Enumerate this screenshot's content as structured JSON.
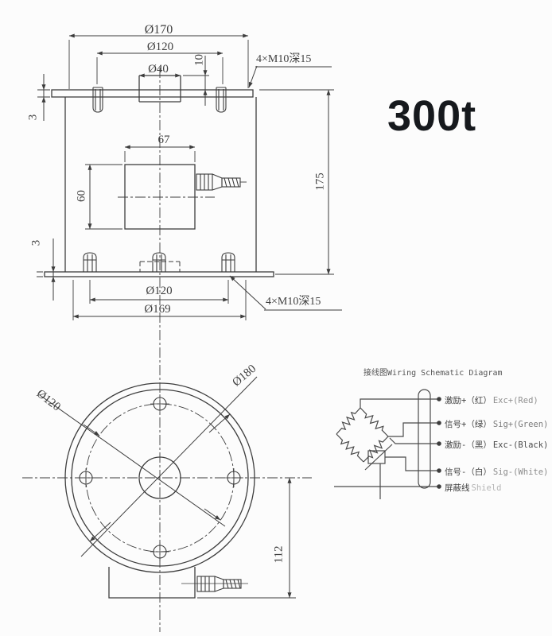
{
  "title_block": {
    "capacity": "300t"
  },
  "side_view": {
    "dim_flange_top_od": "Ø170",
    "dim_bolt_circle_top": "Ø120",
    "dim_boss_diameter": "Ø40",
    "dim_boss_height": "10",
    "dim_plate_edge_top": "3",
    "dim_box_width": "67",
    "dim_box_height": "60",
    "dim_total_height": "175",
    "dim_plate_edge_bottom": "3",
    "dim_bolt_circle_bottom": "Ø120",
    "dim_flange_bottom_od": "Ø169",
    "thread_note_top": "4×M10深15",
    "thread_note_bottom": "4×M10深15"
  },
  "bottom_view": {
    "dim_bolt_circle": "Ø120",
    "dim_outer_diameter": "Ø180",
    "dim_cable_offset": "112"
  },
  "wiring_diagram": {
    "title": "接线图Wiring Schematic Diagram",
    "wires": [
      {
        "cn": "激励+（红）",
        "en": "Exc+(Red)",
        "en_color": "#8f8f8f"
      },
      {
        "cn": "信号+（绿）",
        "en": "Sig+(Green)",
        "en_color": "#7b7b7b"
      },
      {
        "cn": "激励-（黑）",
        "en": "Exc-(Black)",
        "en_color": "#4a4a4a"
      },
      {
        "cn": "信号-（白）",
        "en": "Sig-(White)",
        "en_color": "#8a8a8a"
      },
      {
        "cn": "屏蔽线",
        "en": "Shield",
        "en_color": "#b5b5b5"
      }
    ]
  },
  "colors": {
    "line": "#3d3d3d",
    "dim_text": "#3f3f3f",
    "capacity_text": "#16191d",
    "background": "#fcfcfc"
  }
}
